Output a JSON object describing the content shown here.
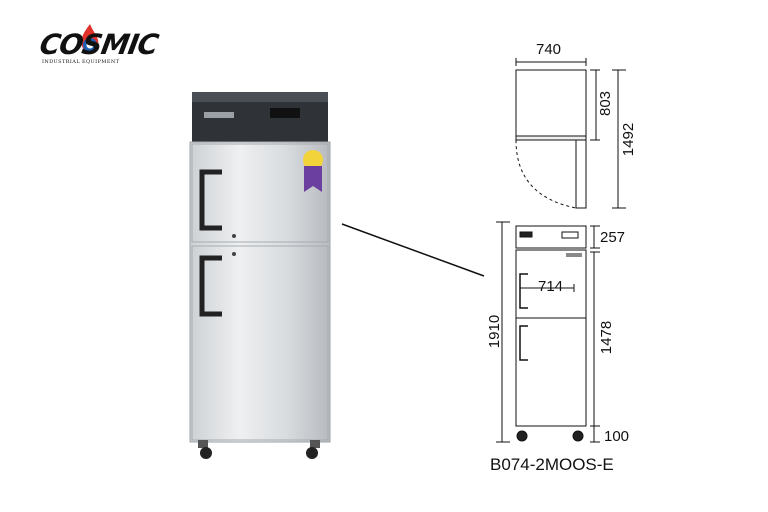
{
  "brand": {
    "logo_text": "COSMIC",
    "subtitle": "INDUSTRIAL EQUIPMENT"
  },
  "dimensions": {
    "top_width": "740",
    "top_depth_upper": "803",
    "top_depth_total": "1492",
    "header_height": "257",
    "inner_width": "714",
    "total_height": "1910",
    "body_height": "1478",
    "leg_height": "100"
  },
  "model": "B074-2MOOS-E",
  "colors": {
    "steel_light": "#e4e6e8",
    "steel_dark": "#b9bdc1",
    "header": "#2f3338",
    "badge": "#6b3fa0",
    "line": "#111111"
  }
}
